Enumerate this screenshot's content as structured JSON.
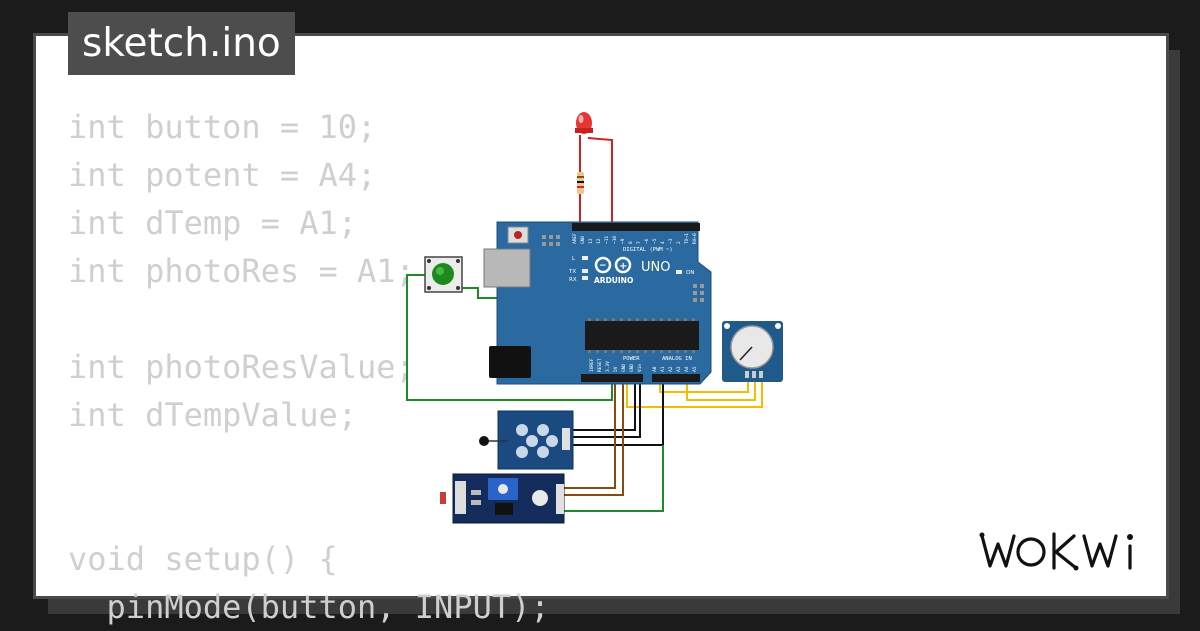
{
  "file_tab": {
    "label": "sketch.ino"
  },
  "code_lines": [
    "int button = 10;",
    "int potent = A4;",
    "int dTemp = A1;",
    "int photoRes = A1;",
    "",
    "int photoResValue;",
    "int dTempValue;",
    "",
    "",
    "void setup() {",
    "  pinMode(button, INPUT);"
  ],
  "arduino": {
    "logo_text": "ARDUINO",
    "model": "UNO",
    "digital_label": "DIGITAL (PWM ~)",
    "power_label": "POWER",
    "analog_label": "ANALOG IN",
    "on_label": "ON",
    "l_label": "L",
    "tx_label": "TX",
    "rx_label": "RX",
    "digital_pins": [
      "AREF",
      "GND",
      "13",
      "12",
      "~11",
      "~10",
      "~9",
      "8",
      "7",
      "~6",
      "~5",
      "4",
      "~3",
      "2",
      "TX→1",
      "RX←0"
    ],
    "power_pins": [
      "IOREF",
      "RESET",
      "3.3V",
      "5V",
      "GND",
      "GND",
      "Vin"
    ],
    "analog_pins": [
      "A0",
      "A1",
      "A2",
      "A3",
      "A4",
      "A5"
    ]
  },
  "brand": {
    "name": "WOKWI"
  },
  "colors": {
    "board": "#2a6aa0",
    "wire_green": "#1f8a2a",
    "wire_red": "#d42020",
    "wire_yellow": "#f0c000",
    "wire_brown": "#8a4a10",
    "wire_black": "#111111"
  }
}
